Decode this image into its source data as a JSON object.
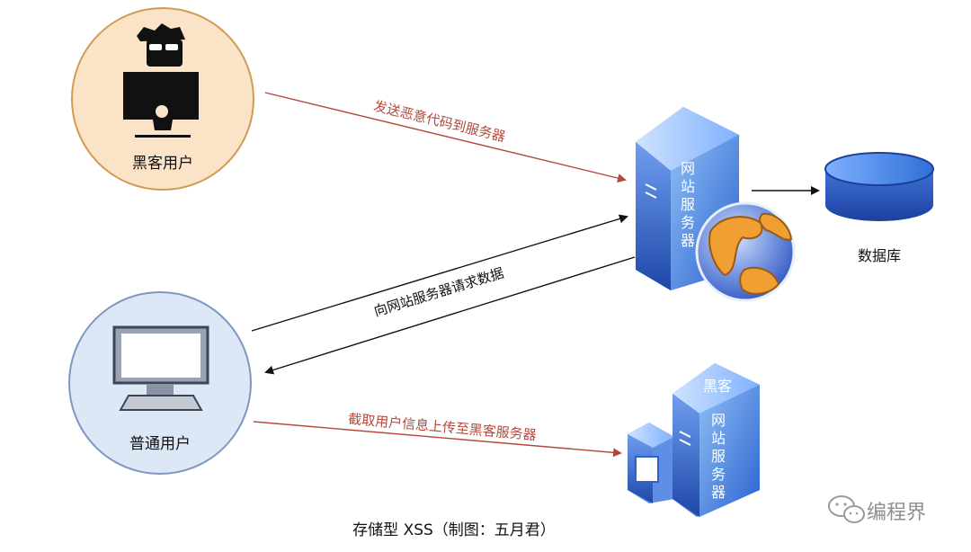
{
  "nodes": {
    "hacker": {
      "label": "黑客用户"
    },
    "normal_user": {
      "label": "普通用户"
    },
    "web_server": {
      "label": "网站服务器"
    },
    "database": {
      "label": "数据库"
    },
    "hacker_server": {
      "top_label": "黑客",
      "label": "网站服务器"
    }
  },
  "edges": {
    "send_malicious": {
      "label": "发送恶意代码到服务器"
    },
    "request_data": {
      "label": "向网站服务器请求数据"
    },
    "steal_info": {
      "label": "截取用户信息上传至黑客服务器"
    }
  },
  "caption": "存储型 XSS（制图：五月君）",
  "watermark": {
    "text": "编程界"
  },
  "colors": {
    "hacker_circle_fill": "#fbe3c8",
    "hacker_circle_stroke": "#d19a52",
    "user_circle_fill": "#dde8f7",
    "user_circle_stroke": "#7f96bf",
    "malicious_arrow": "#b5473a",
    "normal_arrow": "#111111",
    "server_blue": "#2f6fd6"
  }
}
